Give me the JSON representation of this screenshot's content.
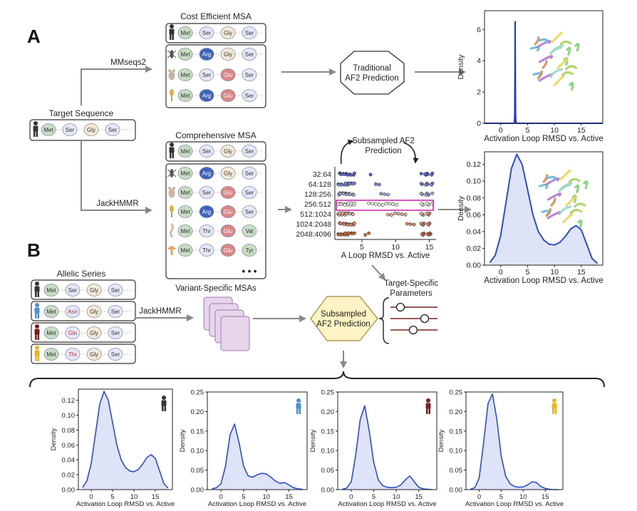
{
  "panels": {
    "a": "A",
    "b": "B"
  },
  "msa": {
    "target_label": "Target Sequence",
    "cost_efficient_title": "Cost Efficient MSA",
    "comprehensive_title": "Comprehensive MSA",
    "mmseqs_label": "MMseqs2",
    "jackhmmer_label": "JackHMMR",
    "traditional_box": [
      "Traditional",
      "AF2 Prediction"
    ],
    "subsampled_title": [
      "Subsampled AF2",
      "Prediction"
    ],
    "ellipsis": "• • •",
    "target_row": [
      "Met",
      "Ser",
      "Gly",
      "Ser"
    ],
    "cost_rows": [
      [
        "Met",
        "Ser",
        "Gly",
        "Ser"
      ],
      [
        "Met",
        "Arg",
        "Gly",
        "Ser"
      ],
      [
        "Met",
        "Ser",
        "Glu",
        "Ser"
      ],
      [
        "Met",
        "Arg",
        "Glu",
        "Ser"
      ]
    ],
    "comp_rows": [
      [
        "Met",
        "Ser",
        "Gly",
        "Ser"
      ],
      [
        "Met",
        "Arg",
        "Gly",
        "Ser"
      ],
      [
        "Met",
        "Ser",
        "Glu",
        "Ser"
      ],
      [
        "Met",
        "Arg",
        "Glu",
        "Ser"
      ],
      [
        "Met",
        "Thr",
        "Glu",
        "Val"
      ],
      [
        "Met",
        "Thr",
        "Glu",
        "Tyr"
      ]
    ]
  },
  "residue_colors": {
    "Met": "#c9dcc4",
    "Ser": "#e4e8f8",
    "Gly": "#f3ead7",
    "Arg": "#3d63bb",
    "Glu": "#d88686",
    "Thr": "#e4e8f8",
    "Val": "#c9dcc4",
    "Tyr": "#c9dcc4",
    "Asn": "#e4e8f8",
    "Gln": "#e4e8f8"
  },
  "organism_colors": {
    "human": "#333333",
    "fly": "#555555",
    "mouse": "#c9b6a6",
    "plant": "#d9b04a",
    "worm": "#d8b8a8",
    "fungus": "#e8a85a"
  },
  "subsample_plot": {
    "rows": [
      "32:64",
      "64:128",
      "128:256",
      "256:512",
      "512:1024",
      "1024:2048",
      "2048:4096"
    ],
    "xticks": [
      "5",
      "10",
      "15"
    ],
    "xlabel": "A Loop RMSD vs. Active",
    "highlight_color": "#d22aa8"
  },
  "allelic": {
    "title": "Allelic Series",
    "jackhmmer_label": "JackHMMR",
    "variant_msas_label": "Variant-Specific MSAs",
    "box": [
      "Subsampled",
      "AF2 Prediction"
    ],
    "params_label": [
      "Target-Specific",
      "Parameters"
    ],
    "rows": [
      {
        "color": "#333333",
        "residues": [
          "Met",
          "Ser",
          "Gly",
          "Ser"
        ],
        "mut": -1
      },
      {
        "color": "#4a8fcf",
        "residues": [
          "Met",
          "Asn",
          "Gly",
          "Ser"
        ],
        "mut": 1
      },
      {
        "color": "#7a1f1f",
        "residues": [
          "Met",
          "Gln",
          "Gly",
          "Ser"
        ],
        "mut": 1
      },
      {
        "color": "#e8b520",
        "residues": [
          "Met",
          "Thr",
          "Gly",
          "Ser"
        ],
        "mut": 1
      }
    ]
  },
  "chart_data": [
    {
      "type": "area",
      "xlabel": "Activation Loop RMSD vs. Active",
      "ylabel": "Density",
      "xlim": [
        -3,
        19
      ],
      "ylim": [
        0,
        7.2
      ],
      "xticks": [
        0,
        5,
        10,
        15
      ],
      "yticks": [
        0,
        2,
        4,
        6
      ],
      "series": [
        {
          "x": [
            -3,
            2.55,
            2.62,
            2.67,
            2.7,
            2.73,
            2.78,
            2.85,
            19
          ],
          "y": [
            0,
            0,
            0.5,
            4.0,
            6.5,
            4.0,
            0.5,
            0,
            0
          ]
        }
      ],
      "color": "#2035d6"
    },
    {
      "type": "area",
      "xlabel": "Activation Loop RMSD vs. Active",
      "ylabel": "Density",
      "xlim": [
        -3,
        19
      ],
      "ylim": [
        0,
        0.135
      ],
      "xticks": [
        0,
        5,
        10,
        15
      ],
      "yticks": [
        0.0,
        0.02,
        0.04,
        0.06,
        0.08,
        0.1,
        0.12
      ],
      "series": [
        {
          "x": [
            -2,
            -1,
            0,
            1,
            2,
            3,
            4,
            5,
            6,
            7,
            8,
            9,
            10,
            11,
            12,
            13,
            14,
            15,
            16,
            17,
            18
          ],
          "y": [
            0.003,
            0.012,
            0.035,
            0.075,
            0.115,
            0.132,
            0.12,
            0.09,
            0.06,
            0.04,
            0.03,
            0.025,
            0.024,
            0.027,
            0.034,
            0.043,
            0.047,
            0.042,
            0.025,
            0.008,
            0.002
          ]
        }
      ],
      "color": "#2e4ec9"
    },
    {
      "type": "area",
      "xlabel": "Activation Loop RMSD vs. Active",
      "ylabel": "Density",
      "xlim": [
        -3,
        19
      ],
      "ylim": [
        0,
        0.135
      ],
      "xticks": [
        0,
        5,
        10,
        15
      ],
      "yticks": [
        0.0,
        0.02,
        0.04,
        0.06,
        0.08,
        0.1,
        0.12
      ],
      "series": [
        {
          "x": [
            -2,
            -1,
            0,
            1,
            2,
            3,
            4,
            5,
            6,
            7,
            8,
            9,
            10,
            11,
            12,
            13,
            14,
            15,
            16,
            17,
            18
          ],
          "y": [
            0.003,
            0.012,
            0.035,
            0.075,
            0.115,
            0.132,
            0.12,
            0.09,
            0.06,
            0.04,
            0.03,
            0.025,
            0.024,
            0.027,
            0.034,
            0.043,
            0.047,
            0.042,
            0.025,
            0.008,
            0.002
          ]
        }
      ],
      "color": "#2e4ec9"
    },
    {
      "type": "area",
      "xlabel": "Activation Loop RMSD vs. Active",
      "ylabel": "Density",
      "xlim": [
        -3,
        19
      ],
      "ylim": [
        0,
        0.25
      ],
      "xticks": [
        0,
        5,
        10,
        15
      ],
      "yticks": [
        0.0,
        0.05,
        0.1,
        0.15,
        0.2,
        0.25
      ],
      "series": [
        {
          "x": [
            -2,
            -1,
            0,
            1,
            2,
            3,
            4,
            5,
            6,
            7,
            8,
            9,
            10,
            11,
            12,
            13,
            14,
            15,
            16,
            17,
            18
          ],
          "y": [
            0.002,
            0.005,
            0.015,
            0.06,
            0.14,
            0.168,
            0.12,
            0.06,
            0.035,
            0.032,
            0.038,
            0.042,
            0.04,
            0.032,
            0.022,
            0.016,
            0.018,
            0.012,
            0.005,
            0.002,
            0.001
          ]
        }
      ],
      "color": "#2e4ec9"
    },
    {
      "type": "area",
      "xlabel": "Activation Loop RMSD vs. Active",
      "ylabel": "Density",
      "xlim": [
        -3,
        19
      ],
      "ylim": [
        0,
        0.25
      ],
      "xticks": [
        0,
        5,
        10,
        15
      ],
      "yticks": [
        0.0,
        0.05,
        0.1,
        0.15,
        0.2,
        0.25
      ],
      "series": [
        {
          "x": [
            -2,
            -1,
            0,
            1,
            2,
            3,
            4,
            5,
            6,
            7,
            8,
            9,
            10,
            11,
            12,
            13,
            14,
            15,
            16,
            17,
            18
          ],
          "y": [
            0.001,
            0.004,
            0.02,
            0.09,
            0.18,
            0.215,
            0.15,
            0.07,
            0.025,
            0.01,
            0.006,
            0.005,
            0.006,
            0.012,
            0.025,
            0.035,
            0.02,
            0.006,
            0.002,
            0.001,
            0.0
          ]
        }
      ],
      "color": "#2e4ec9"
    },
    {
      "type": "area",
      "xlabel": "Activation Loop RMSD vs. Active",
      "ylabel": "Density",
      "xlim": [
        -3,
        19
      ],
      "ylim": [
        0,
        0.25
      ],
      "xticks": [
        0,
        5,
        10,
        15
      ],
      "yticks": [
        0.0,
        0.05,
        0.1,
        0.15,
        0.2,
        0.25
      ],
      "series": [
        {
          "x": [
            -2,
            -1,
            0,
            1,
            2,
            3,
            4,
            5,
            6,
            7,
            8,
            9,
            10,
            11,
            12,
            13,
            14,
            15,
            16,
            17,
            18
          ],
          "y": [
            0.001,
            0.005,
            0.03,
            0.12,
            0.22,
            0.245,
            0.18,
            0.085,
            0.035,
            0.015,
            0.008,
            0.006,
            0.007,
            0.012,
            0.02,
            0.018,
            0.008,
            0.003,
            0.001,
            0.0,
            0.0
          ]
        }
      ],
      "color": "#2e4ec9"
    }
  ]
}
